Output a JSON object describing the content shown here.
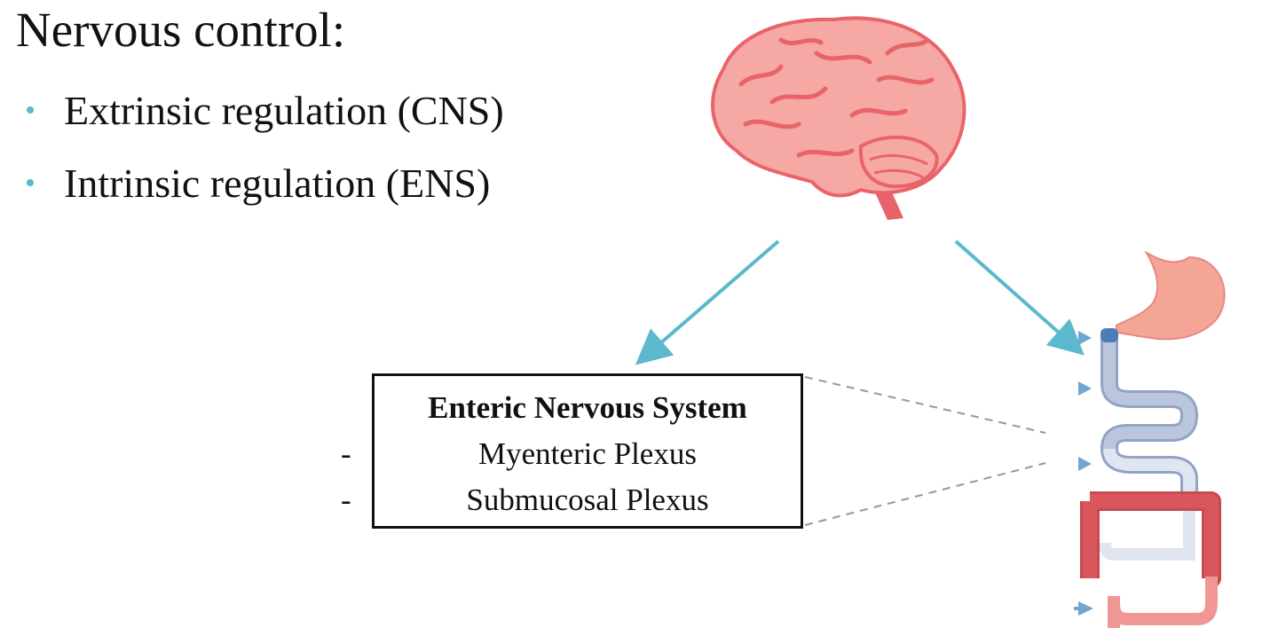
{
  "slide": {
    "title": "Nervous control:",
    "bullets": [
      "Extrinsic regulation (CNS)",
      "Intrinsic regulation (ENS)"
    ]
  },
  "ens_box": {
    "title": "Enteric Nervous System",
    "items": [
      "Myenteric Plexus",
      "Submucosal Plexus"
    ],
    "item_marker": "-"
  },
  "colors": {
    "accent": "#5cb8cc",
    "brain": "#f6a8a4",
    "brain_line": "#e9646a",
    "stomach": "#f5a596",
    "small_intestine": "#b9c6dc",
    "colon": "#d9575c",
    "gut_arrow": "#6fa6d2"
  },
  "icons": {
    "brain": "brain-icon",
    "digestive_tract": "digestive-tract-icon"
  }
}
